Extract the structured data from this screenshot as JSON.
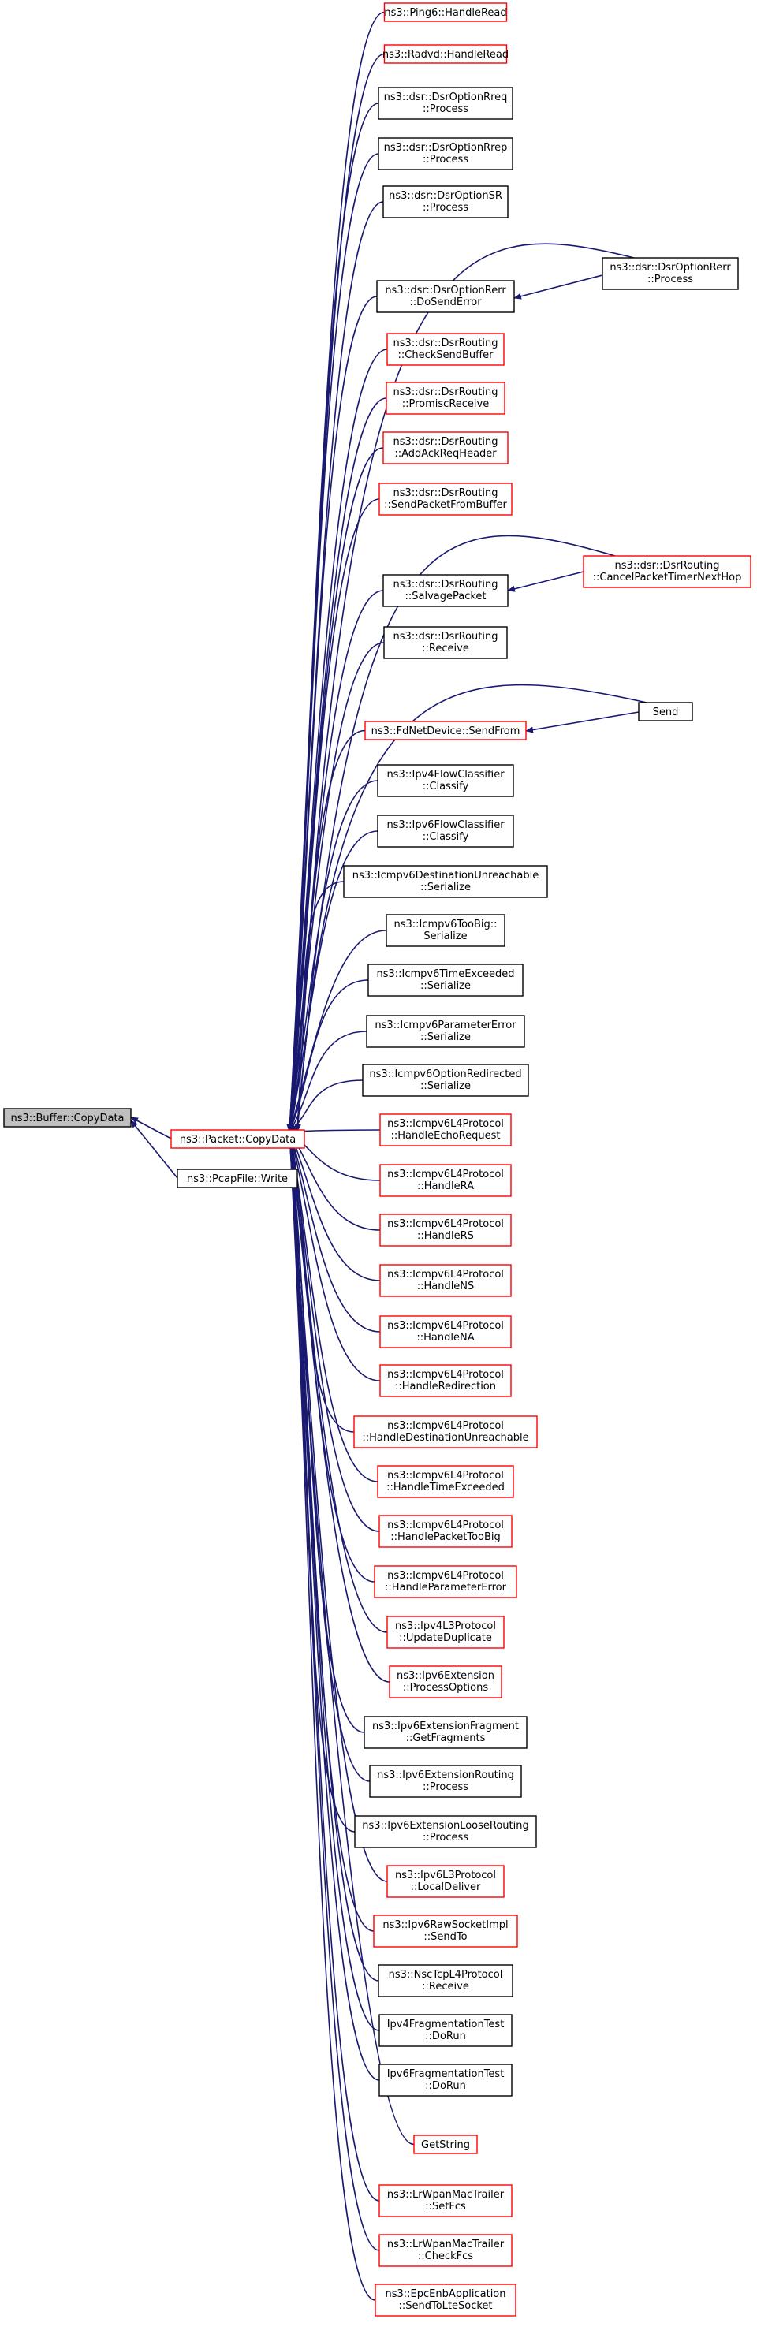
{
  "graph": {
    "edge_color": "#191970",
    "link_border_color": "#ff0000",
    "normal_border_color": "#000000",
    "root_fill": "#bfbfbf",
    "nodes": [
      {
        "id": "root",
        "lines": [
          "ns3::Buffer::CopyData"
        ],
        "style": "root"
      },
      {
        "id": "copy",
        "lines": [
          "ns3::Packet::CopyData"
        ],
        "style": "red"
      },
      {
        "id": "pcap",
        "lines": [
          "ns3::PcapFile::Write"
        ],
        "style": "black"
      },
      {
        "id": "n0",
        "lines": [
          "ns3::Ping6::HandleRead"
        ],
        "style": "red"
      },
      {
        "id": "n1",
        "lines": [
          "ns3::Radvd::HandleRead"
        ],
        "style": "red"
      },
      {
        "id": "n2",
        "lines": [
          "ns3::dsr::DsrOptionRreq",
          "::Process"
        ],
        "style": "black"
      },
      {
        "id": "n3",
        "lines": [
          "ns3::dsr::DsrOptionRrep",
          "::Process"
        ],
        "style": "black"
      },
      {
        "id": "n4",
        "lines": [
          "ns3::dsr::DsrOptionSR",
          "::Process"
        ],
        "style": "black"
      },
      {
        "id": "n5",
        "lines": [
          "ns3::dsr::DsrOptionRerr",
          "::DoSendError"
        ],
        "style": "black"
      },
      {
        "id": "n6",
        "lines": [
          "ns3::dsr::DsrRouting",
          "::CheckSendBuffer"
        ],
        "style": "red"
      },
      {
        "id": "n7",
        "lines": [
          "ns3::dsr::DsrRouting",
          "::PromiscReceive"
        ],
        "style": "red"
      },
      {
        "id": "n8",
        "lines": [
          "ns3::dsr::DsrRouting",
          "::AddAckReqHeader"
        ],
        "style": "red"
      },
      {
        "id": "n9",
        "lines": [
          "ns3::dsr::DsrRouting",
          "::SendPacketFromBuffer"
        ],
        "style": "red"
      },
      {
        "id": "n10",
        "lines": [
          "ns3::dsr::DsrRouting",
          "::SalvagePacket"
        ],
        "style": "black"
      },
      {
        "id": "n11",
        "lines": [
          "ns3::dsr::DsrRouting",
          "::Receive"
        ],
        "style": "black"
      },
      {
        "id": "n12",
        "lines": [
          "ns3::FdNetDevice::SendFrom"
        ],
        "style": "red"
      },
      {
        "id": "n13",
        "lines": [
          "ns3::Ipv4FlowClassifier",
          "::Classify"
        ],
        "style": "black"
      },
      {
        "id": "n14",
        "lines": [
          "ns3::Ipv6FlowClassifier",
          "::Classify"
        ],
        "style": "black"
      },
      {
        "id": "n15",
        "lines": [
          "ns3::Icmpv6DestinationUnreachable",
          "::Serialize"
        ],
        "style": "black"
      },
      {
        "id": "n16",
        "lines": [
          "ns3::Icmpv6TooBig::",
          "Serialize"
        ],
        "style": "black"
      },
      {
        "id": "n17",
        "lines": [
          "ns3::Icmpv6TimeExceeded",
          "::Serialize"
        ],
        "style": "black"
      },
      {
        "id": "n18",
        "lines": [
          "ns3::Icmpv6ParameterError",
          "::Serialize"
        ],
        "style": "black"
      },
      {
        "id": "n19",
        "lines": [
          "ns3::Icmpv6OptionRedirected",
          "::Serialize"
        ],
        "style": "black"
      },
      {
        "id": "n20",
        "lines": [
          "ns3::Icmpv6L4Protocol",
          "::HandleEchoRequest"
        ],
        "style": "red"
      },
      {
        "id": "n21",
        "lines": [
          "ns3::Icmpv6L4Protocol",
          "::HandleRA"
        ],
        "style": "red"
      },
      {
        "id": "n22",
        "lines": [
          "ns3::Icmpv6L4Protocol",
          "::HandleRS"
        ],
        "style": "red"
      },
      {
        "id": "n23",
        "lines": [
          "ns3::Icmpv6L4Protocol",
          "::HandleNS"
        ],
        "style": "red"
      },
      {
        "id": "n24",
        "lines": [
          "ns3::Icmpv6L4Protocol",
          "::HandleNA"
        ],
        "style": "red"
      },
      {
        "id": "n25",
        "lines": [
          "ns3::Icmpv6L4Protocol",
          "::HandleRedirection"
        ],
        "style": "red"
      },
      {
        "id": "n26",
        "lines": [
          "ns3::Icmpv6L4Protocol",
          "::HandleDestinationUnreachable"
        ],
        "style": "red"
      },
      {
        "id": "n27",
        "lines": [
          "ns3::Icmpv6L4Protocol",
          "::HandleTimeExceeded"
        ],
        "style": "red"
      },
      {
        "id": "n28",
        "lines": [
          "ns3::Icmpv6L4Protocol",
          "::HandlePacketTooBig"
        ],
        "style": "red"
      },
      {
        "id": "n29",
        "lines": [
          "ns3::Icmpv6L4Protocol",
          "::HandleParameterError"
        ],
        "style": "red"
      },
      {
        "id": "n30",
        "lines": [
          "ns3::Ipv4L3Protocol",
          "::UpdateDuplicate"
        ],
        "style": "red"
      },
      {
        "id": "n31",
        "lines": [
          "ns3::Ipv6Extension",
          "::ProcessOptions"
        ],
        "style": "red"
      },
      {
        "id": "n32",
        "lines": [
          "ns3::Ipv6ExtensionFragment",
          "::GetFragments"
        ],
        "style": "black"
      },
      {
        "id": "n33",
        "lines": [
          "ns3::Ipv6ExtensionRouting",
          "::Process"
        ],
        "style": "black"
      },
      {
        "id": "n34",
        "lines": [
          "ns3::Ipv6ExtensionLooseRouting",
          "::Process"
        ],
        "style": "black"
      },
      {
        "id": "n35",
        "lines": [
          "ns3::Ipv6L3Protocol",
          "::LocalDeliver"
        ],
        "style": "red"
      },
      {
        "id": "n36",
        "lines": [
          "ns3::Ipv6RawSocketImpl",
          "::SendTo"
        ],
        "style": "red"
      },
      {
        "id": "n37",
        "lines": [
          "ns3::NscTcpL4Protocol",
          "::Receive"
        ],
        "style": "black"
      },
      {
        "id": "n38",
        "lines": [
          "Ipv4FragmentationTest",
          "::DoRun"
        ],
        "style": "black"
      },
      {
        "id": "n39",
        "lines": [
          "Ipv6FragmentationTest",
          "::DoRun"
        ],
        "style": "black"
      },
      {
        "id": "n40",
        "lines": [
          "GetString"
        ],
        "style": "red"
      },
      {
        "id": "n41",
        "lines": [
          "ns3::LrWpanMacTrailer",
          "::SetFcs"
        ],
        "style": "red"
      },
      {
        "id": "n42",
        "lines": [
          "ns3::LrWpanMacTrailer",
          "::CheckFcs"
        ],
        "style": "red"
      },
      {
        "id": "n43",
        "lines": [
          "ns3::EpcEnbApplication",
          "::SendToLteSocket"
        ],
        "style": "red"
      },
      {
        "id": "x1",
        "lines": [
          "ns3::dsr::DsrOptionRerr",
          "::Process"
        ],
        "style": "black"
      },
      {
        "id": "x2",
        "lines": [
          "ns3::dsr::DsrRouting",
          "::CancelPacketTimerNextHop"
        ],
        "style": "red"
      },
      {
        "id": "x3",
        "lines": [
          "Send"
        ],
        "style": "black"
      }
    ]
  }
}
